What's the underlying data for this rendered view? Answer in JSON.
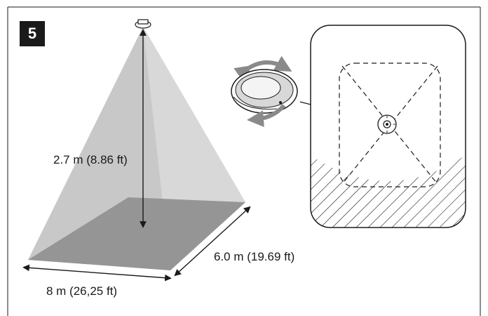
{
  "step": {
    "number": "5"
  },
  "dimensions": {
    "height": "2.7 m (8.86 ft)",
    "width": "8 m (26,25 ft)",
    "depth": "6.0 m (19.69 ft)"
  },
  "colors": {
    "cone": "#c8c8c8",
    "floor": "#959595",
    "outline": "#1a1a1a",
    "arrow_grey": "#8a8a8a"
  }
}
